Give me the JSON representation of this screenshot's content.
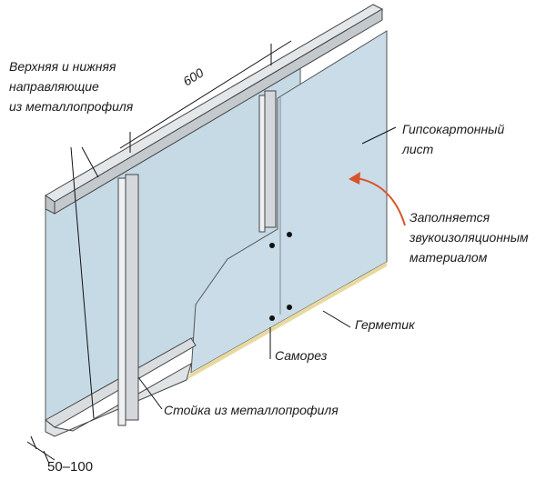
{
  "labels": {
    "rails": [
      "Верхняя и нижняя",
      "направляющие",
      "из металлопрофиля"
    ],
    "dimension_spacing": "600",
    "board": [
      "Гипсокартонный",
      "лист"
    ],
    "filling": [
      "Заполняется",
      "звукоизоляционным",
      "материалом"
    ],
    "sealant": "Герметик",
    "screw": "Саморез",
    "stud": "Стойка из металлопрофиля",
    "dimension_offset": "50–100"
  },
  "colors": {
    "board": "#c9dce8",
    "metal": "#d9dde0",
    "sealant": "#e8d9a0",
    "arrow": "#d9532b"
  }
}
